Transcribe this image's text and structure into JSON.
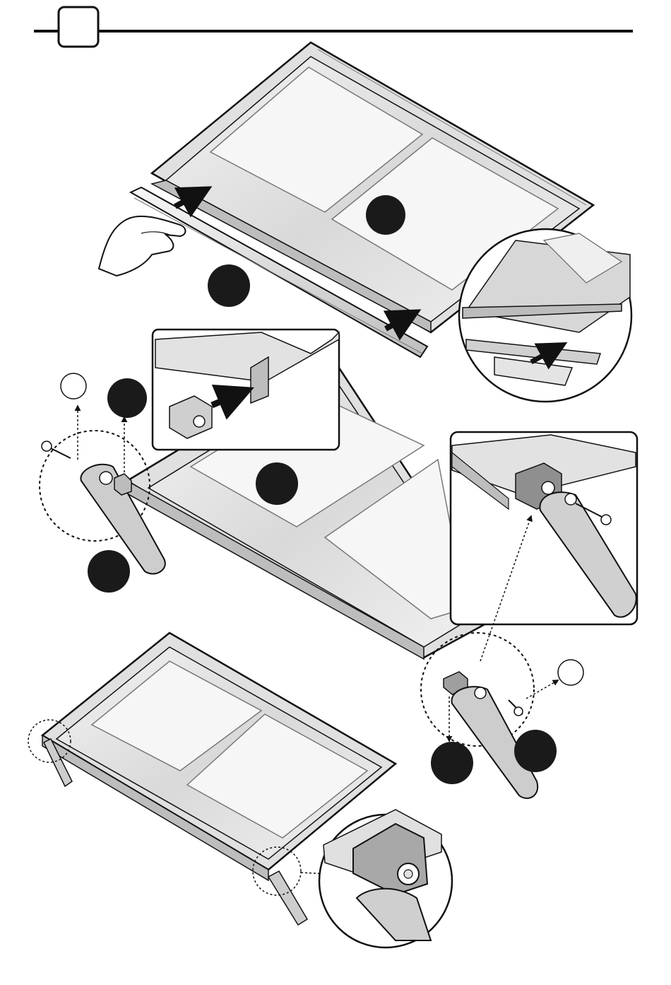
{
  "header": {
    "step_number": ""
  },
  "callouts": [
    {
      "id": "marker-door-top",
      "label": ""
    },
    {
      "id": "marker-rail",
      "label": ""
    },
    {
      "id": "marker-hinge-ring-left",
      "label": ""
    },
    {
      "id": "marker-hinge-solid-left",
      "label": ""
    },
    {
      "id": "marker-door-middle",
      "label": ""
    },
    {
      "id": "marker-hinge-arm-left",
      "label": ""
    },
    {
      "id": "marker-hinge-ring-right",
      "label": ""
    },
    {
      "id": "marker-screw-right",
      "label": ""
    },
    {
      "id": "marker-hinge-block-right",
      "label": ""
    }
  ],
  "colors": {
    "ink": "#111111",
    "frame": "#dcdcdc",
    "glass": "#e9e9e9",
    "panel": "#f6f6f6",
    "dark": "#9a9a9a",
    "marker": "#1a1a1a"
  }
}
